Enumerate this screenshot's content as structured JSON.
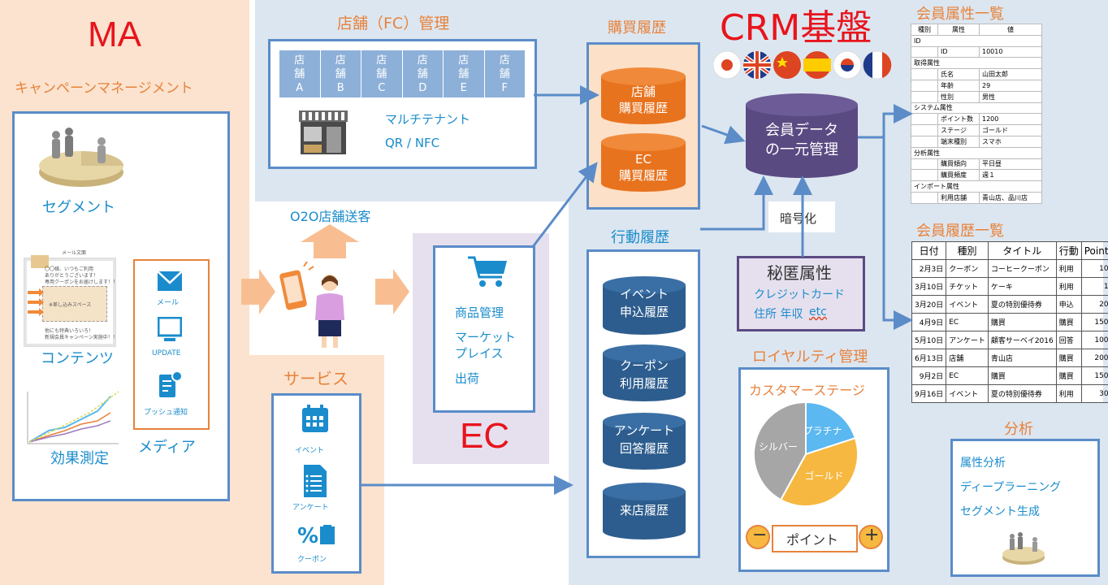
{
  "ma": {
    "title": "MA",
    "subtitle": "キャンペーンマネージメント",
    "segment": "セグメント",
    "contents": "コンテンツ",
    "mail_doc_title": "メール文面",
    "mail_doc_line1": "〇〇様、いつもご利用",
    "mail_doc_line2": "ありがとうございます！",
    "mail_doc_line3": "専用クーポンをお届けします！！",
    "mail_doc_insert": "※差し込みスペース",
    "mail_doc_line4": "他にも特典いろいろ！",
    "mail_doc_line5": "新規会員キャンペーン実施中！！",
    "media_mail": "メール",
    "media_update": "UPDATE",
    "media_push": "プッシュ通知",
    "media": "メディア",
    "effect": "効果測定"
  },
  "store": {
    "title": "店舗（FC）管理",
    "cells": [
      "店\n舗\nA",
      "店\n舗\nB",
      "店\n舗\nC",
      "店\n舗\nD",
      "店\n舗\nE",
      "店\n舗\nF"
    ],
    "multi_tenant": "マルチテナント",
    "qr": "QR / NFC"
  },
  "o2o": {
    "label": "O2O店舗送客"
  },
  "service": {
    "title": "サービス",
    "event": "イベント",
    "survey": "アンケート",
    "coupon": "クーポン"
  },
  "ec": {
    "title": "EC",
    "item1": "商品管理",
    "item2a": "マーケット",
    "item2b": "プレイス",
    "item3": "出荷"
  },
  "purchase": {
    "title": "購買履歴",
    "store_a": "店舗",
    "store_b": "購買履歴",
    "ec_a": "EC",
    "ec_b": "購買履歴"
  },
  "action": {
    "title": "行動履歴",
    "c1a": "イベント",
    "c1b": "申込履歴",
    "c2a": "クーポン",
    "c2b": "利用履歴",
    "c3a": "アンケート",
    "c3b": "回答履歴",
    "c4": "来店履歴"
  },
  "crm": {
    "title": "CRM基盤",
    "center_a": "会員データ",
    "center_b": "の一元管理",
    "encrypt": "暗号化"
  },
  "secret": {
    "title": "秘匿属性",
    "line1": "クレジットカード",
    "line2a": "住所 年収 ",
    "line2b": "etc"
  },
  "loyalty": {
    "title": "ロイヤルティ管理",
    "stage": "カスタマーステージ",
    "point": "ポイント",
    "minus": "−",
    "plus": "+"
  },
  "attr": {
    "title": "会員属性一覧",
    "head": [
      "種別",
      "属性",
      "値"
    ],
    "rows": [
      [
        "ID",
        "",
        ""
      ],
      [
        "",
        "ID",
        "10010"
      ],
      [
        "取得属性",
        "",
        ""
      ],
      [
        "",
        "氏名",
        "山田太郎"
      ],
      [
        "",
        "年齢",
        "29"
      ],
      [
        "",
        "性別",
        "男性"
      ],
      [
        "システム属性",
        "",
        ""
      ],
      [
        "",
        "ポイント数",
        "1200"
      ],
      [
        "",
        "ステージ",
        "ゴールド"
      ],
      [
        "",
        "端末種別",
        "スマホ"
      ],
      [
        "分析属性",
        "",
        ""
      ],
      [
        "",
        "購買傾向",
        "平日昼"
      ],
      [
        "",
        "購買頻度",
        "週１"
      ],
      [
        "インポート属性",
        "",
        ""
      ],
      [
        "",
        "利用店舗",
        "青山店、品川店"
      ]
    ]
  },
  "history": {
    "title": "会員履歴一覧",
    "head": [
      "日付",
      "種別",
      "タイトル",
      "行動",
      "Point"
    ],
    "rows": [
      [
        "2月3日",
        "クーポン",
        "コーヒークーポン",
        "利用",
        "10"
      ],
      [
        "3月10日",
        "チケット",
        "ケーキ",
        "利用",
        "1"
      ],
      [
        "3月20日",
        "イベント",
        "夏の特別優待券",
        "申込",
        "20"
      ],
      [
        "4月9日",
        "EC",
        "購買",
        "購買",
        "150"
      ],
      [
        "5月10日",
        "アンケート",
        "顧客サーベイ2016",
        "回答",
        "100"
      ],
      [
        "6月13日",
        "店舗",
        "青山店",
        "購買",
        "200"
      ],
      [
        "9月2日",
        "EC",
        "購買",
        "購買",
        "150"
      ],
      [
        "9月16日",
        "イベント",
        "夏の特別優待券",
        "利用",
        "30"
      ]
    ]
  },
  "analysis": {
    "title": "分析",
    "item1": "属性分析",
    "item2": "ディープラーニング",
    "item3": "セグメント生成"
  },
  "chart_data": {
    "type": "pie",
    "categories": [
      "プラチナ",
      "ゴールド",
      "シルバー"
    ],
    "values": [
      20,
      38,
      42
    ],
    "colors": [
      "#5bb8f0",
      "#f6b840",
      "#a6a6a6"
    ]
  }
}
